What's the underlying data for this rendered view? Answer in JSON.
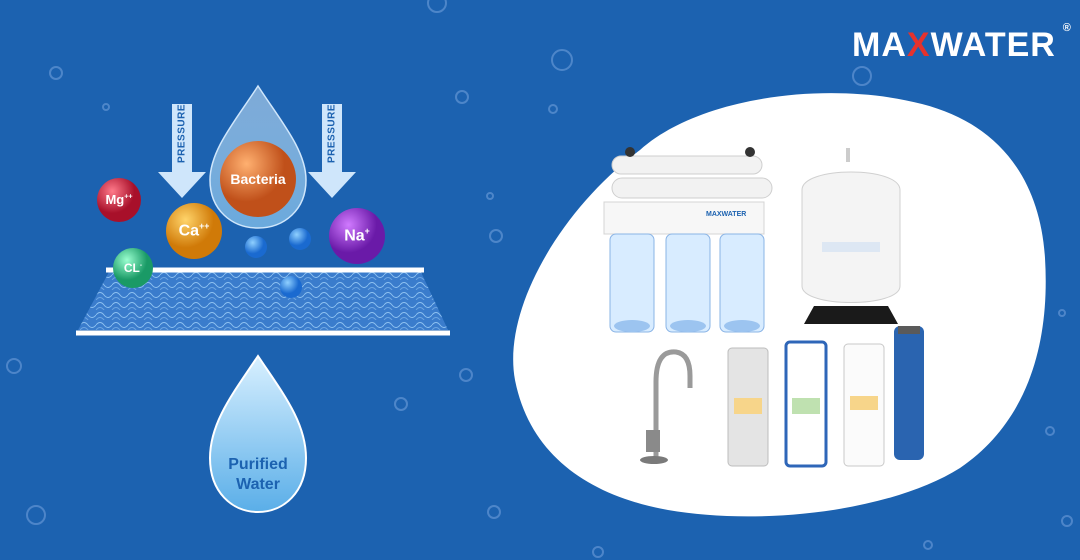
{
  "brand": {
    "name_part1": "MA",
    "name_x": "X",
    "name_part2": "WATER",
    "registered": "®"
  },
  "colors": {
    "background": "#1c62b0",
    "brand_red": "#e5322d",
    "white": "#ffffff"
  },
  "diagram": {
    "pressure_left": "PRESSURE",
    "pressure_right": "PRESSURE",
    "contaminants": [
      {
        "id": "mg",
        "symbol": "Mg",
        "charge": "++",
        "color": "#c81e3a"
      },
      {
        "id": "ca",
        "symbol": "Ca",
        "charge": "++",
        "color": "#f0a01e"
      },
      {
        "id": "bacteria",
        "symbol": "Bacteria",
        "charge": "",
        "color": "#e8742a"
      },
      {
        "id": "na",
        "symbol": "Na",
        "charge": "+",
        "color": "#8a2ac8"
      },
      {
        "id": "cl",
        "symbol": "CL",
        "charge": "-",
        "color": "#3ac88c"
      }
    ],
    "purified_line1": "Purified",
    "purified_line2": "Water"
  },
  "product": {
    "system_label": "MAXWATER",
    "filters": [
      "faucet",
      "carbon-block-filter",
      "gac-filter",
      "sediment-filter",
      "ro-membrane"
    ]
  }
}
